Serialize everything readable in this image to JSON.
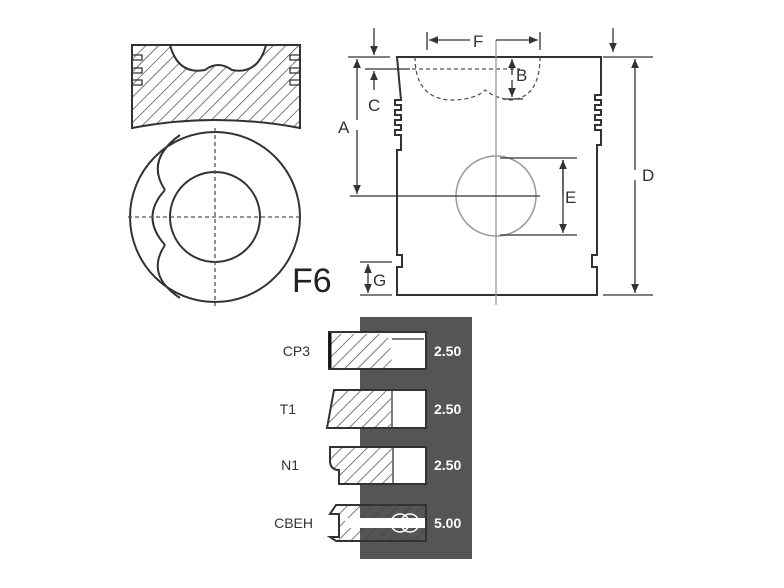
{
  "diagram": {
    "model_code": "F6",
    "dimensions": {
      "A": "A",
      "B": "B",
      "C": "C",
      "D": "D",
      "E": "E",
      "F": "F",
      "G": "G"
    },
    "rings": [
      {
        "type": "CP3",
        "width": "2.50"
      },
      {
        "type": "T1",
        "width": "2.50"
      },
      {
        "type": "N1",
        "width": "2.50"
      },
      {
        "type": "CBEH",
        "width": "5.00"
      }
    ],
    "colors": {
      "panel": "#555555",
      "line": "#333333"
    }
  }
}
